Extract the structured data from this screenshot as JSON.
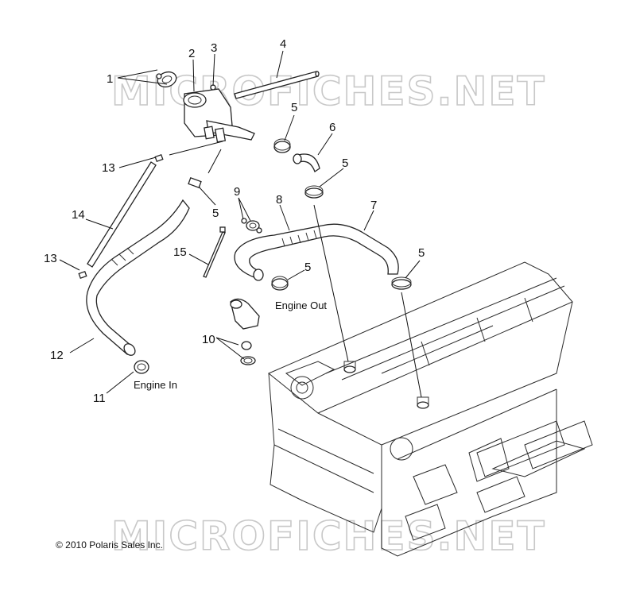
{
  "watermark_top": "MICROFICHES.NET",
  "watermark_bottom": "MICROFICHES.NET",
  "copyright": "© 2010 Polaris Sales Inc.",
  "labels": {
    "engine_out": "Engine Out",
    "engine_in": "Engine In"
  },
  "callouts": {
    "c1": "1",
    "c2": "2",
    "c3": "3",
    "c4": "4",
    "c5a": "5",
    "c5b": "5",
    "c5c": "5",
    "c5d": "5",
    "c5e": "5",
    "c6": "6",
    "c7": "7",
    "c8": "8",
    "c9": "9",
    "c10": "10",
    "c11": "11",
    "c12": "12",
    "c13a": "13",
    "c13b": "13",
    "c14": "14",
    "c15": "15"
  }
}
